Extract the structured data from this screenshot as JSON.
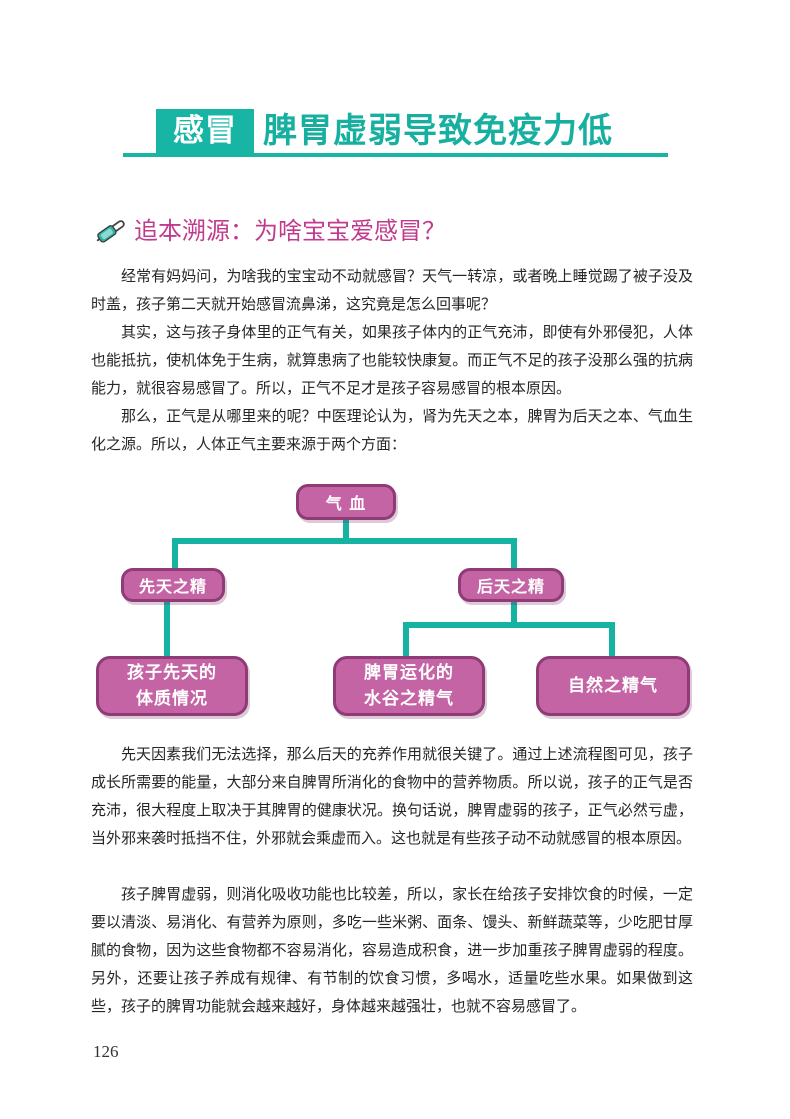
{
  "title": {
    "tag": "感冒",
    "text": "脾胃虚弱导致免疫力低"
  },
  "section": {
    "heading": "追本溯源：为啥宝宝爱感冒？"
  },
  "paragraphs_top": [
    "经常有妈妈问，为啥我的宝宝动不动就感冒？天气一转凉，或者晚上睡觉踢了被子没及时盖，孩子第二天就开始感冒流鼻涕，这究竟是怎么回事呢？",
    "其实，这与孩子身体里的正气有关，如果孩子体内的正气充沛，即使有外邪侵犯，人体也能抵抗，使机体免于生病，就算患病了也能较快康复。而正气不足的孩子没那么强的抗病能力，就很容易感冒了。所以，正气不足才是孩子容易感冒的根本原因。",
    "那么，正气是从哪里来的呢？中医理论认为，肾为先天之本，脾胃为后天之本、气血生化之源。所以，人体正气主要来源于两个方面："
  ],
  "diagram": {
    "root": "气 血",
    "left": "先天之精",
    "right": "后天之精",
    "leaf1": [
      "孩子先天的",
      "体质情况"
    ],
    "leaf2": [
      "脾胃运化的",
      "水谷之精气"
    ],
    "leaf3": "自然之精气"
  },
  "paragraphs_bottom": [
    "先天因素我们无法选择，那么后天的充养作用就很关键了。通过上述流程图可见，孩子成长所需要的能量，大部分来自脾胃所消化的食物中的营养物质。所以说，孩子的正气是否充沛，很大程度上取决于其脾胃的健康状况。换句话说，脾胃虚弱的孩子，正气必然亏虚，当外邪来袭时抵挡不住，外邪就会乘虚而入。这也就是有些孩子动不动就感冒的根本原因。",
    "孩子脾胃虚弱，则消化吸收功能也比较差，所以，家长在给孩子安排饮食的时候，一定要以清淡、易消化、有营养为原则，多吃一些米粥、面条、馒头、新鲜蔬菜等，少吃肥甘厚腻的食物，因为这些食物都不容易消化，容易造成积食，进一步加重孩子脾胃虚弱的程度。另外，还要让孩子养成有规律、有节制的饮食习惯，多喝水，适量吃些水果。如果做到这些，孩子的脾胃功能就会越来越好，身体越来越强壮，也就不容易感冒了。"
  ],
  "page_number": "126",
  "colors": {
    "teal": "#18b5a4",
    "magenta_text": "#c03b8e",
    "box_fill": "#c564a5",
    "box_border": "#8e3b76"
  },
  "icons": {
    "section": "safety-pin-icon"
  }
}
